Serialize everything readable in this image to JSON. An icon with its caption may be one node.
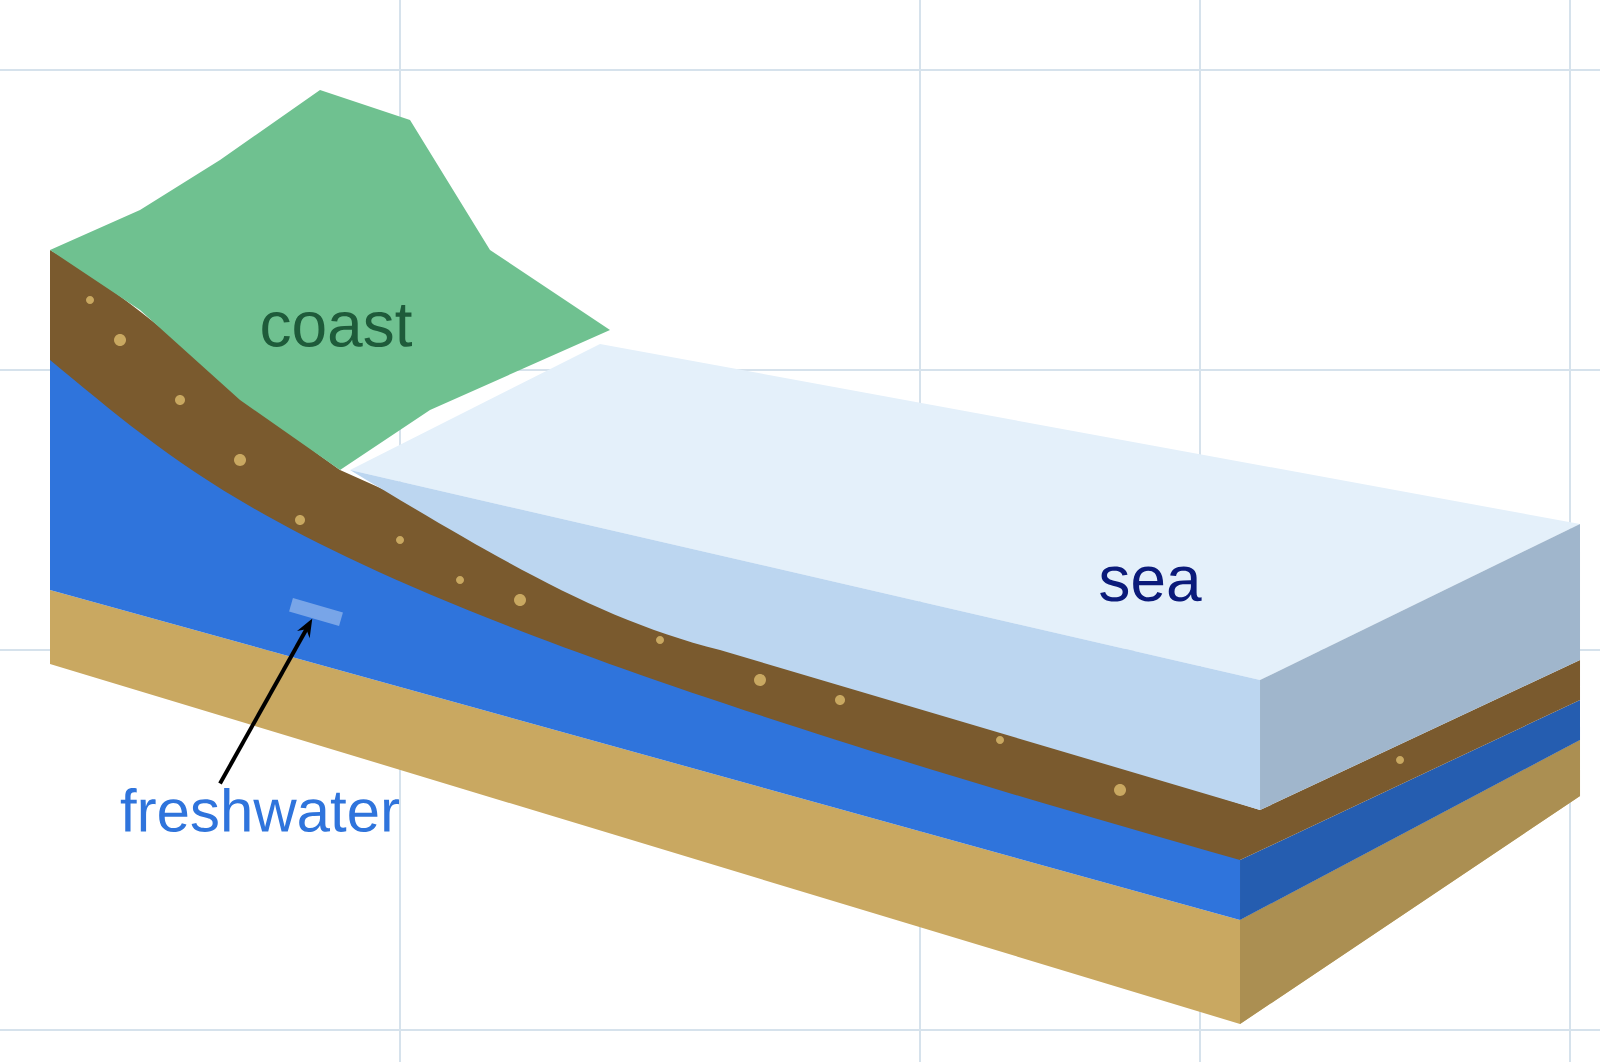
{
  "diagram": {
    "nodes": [
      {
        "text": [
          "freshwater"
        ]
      },
      {
        "text": [],
        "shape": "bar"
      }
    ],
    "edges": [
      {
        "from": 0,
        "to": 1,
        "arrow": "to"
      }
    ],
    "labels": [
      "coast",
      "sea"
    ]
  }
}
